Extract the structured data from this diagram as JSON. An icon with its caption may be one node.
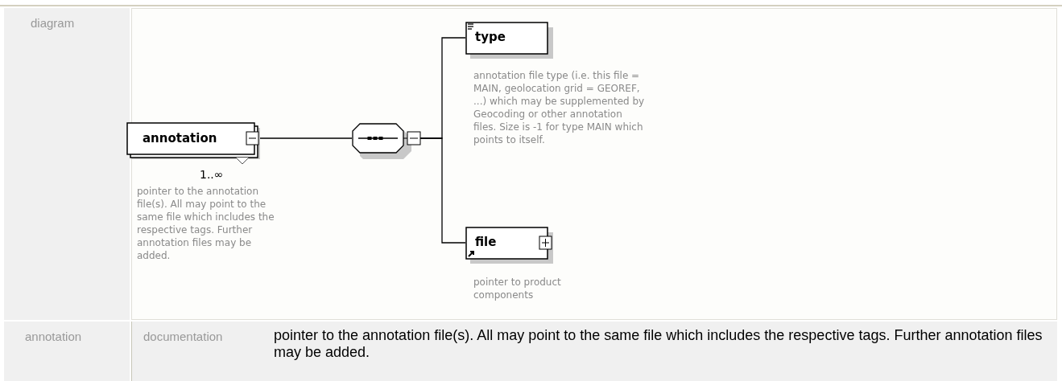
{
  "diagram": {
    "nodes": [
      {
        "text": [
          "annotation"
        ],
        "beside": [
          "1..∞",
          "pointer to the annotation file(s). All may point to the same file which includes the respective tags. Further annotation files may be added."
        ]
      },
      {
        "text": [],
        "shape": "octagon"
      },
      {
        "text": [
          "type"
        ],
        "beside": [
          "annotation file type (i.e. this file = MAIN, geolocation grid = GEOREF, ...) which may be supplemented by Geocoding or other annotation files. Size is -1 for type MAIN which points to itself."
        ]
      },
      {
        "text": [
          "file"
        ],
        "beside": [
          "pointer to product components"
        ]
      }
    ],
    "edges": [
      {
        "from": 0,
        "to": 1,
        "arrow": "none"
      },
      {
        "from": 1,
        "to": 2,
        "arrow": "none"
      },
      {
        "from": 1,
        "to": 3,
        "arrow": "none"
      }
    ],
    "labels": [
      "diagram",
      "annotation",
      "documentation",
      "pointer to the annotation file(s). All may point to the same file which includes the respective tags. Further annotation files may be added."
    ]
  }
}
